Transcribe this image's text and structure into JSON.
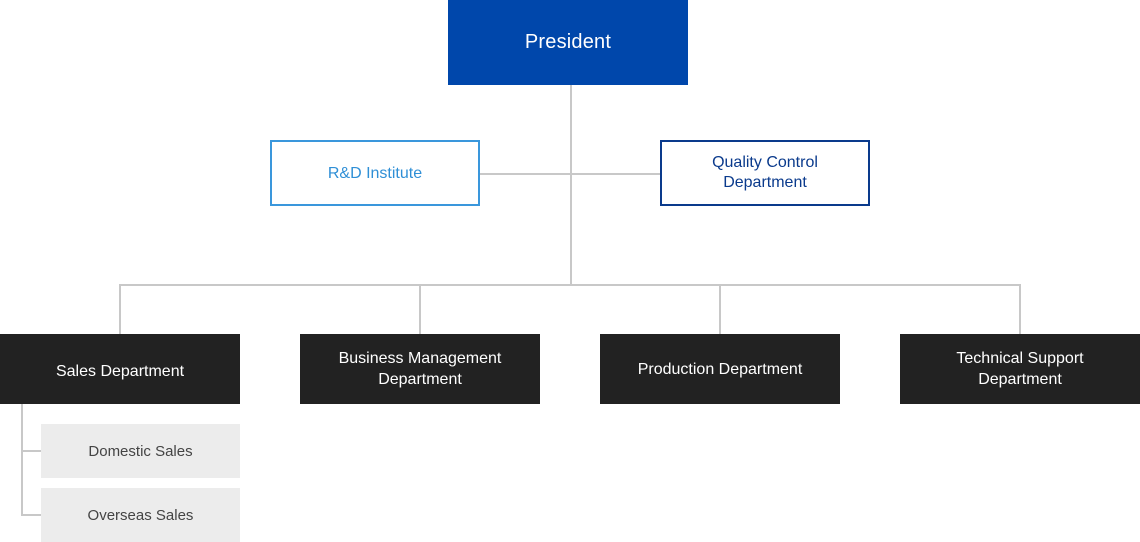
{
  "president": {
    "label": "President"
  },
  "staff_units": {
    "rnd": {
      "label": "R&D Institute"
    },
    "quality_control": {
      "label": "Quality Control\nDepartment"
    }
  },
  "departments": [
    {
      "label": "Sales Department"
    },
    {
      "label": "Business Management\nDepartment"
    },
    {
      "label": "Production Department"
    },
    {
      "label": "Technical Support\nDepartment"
    }
  ],
  "sales_subunits": [
    {
      "label": "Domestic Sales"
    },
    {
      "label": "Overseas Sales"
    }
  ],
  "colors": {
    "president_bg": "#0047AB",
    "rnd_accent": "#3a97dc",
    "qc_accent": "#0a3a8c",
    "department_bg": "#222222",
    "subunit_bg": "#ececec",
    "connector": "#c8c8c8"
  }
}
